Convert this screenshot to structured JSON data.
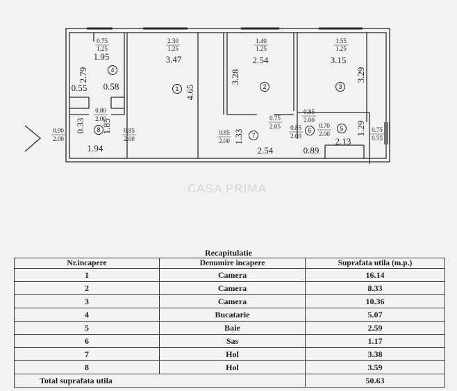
{
  "plan": {
    "rooms": [
      "1",
      "2",
      "3",
      "4",
      "5",
      "6",
      "7",
      "8"
    ],
    "windows": {
      "r4": [
        "0.75",
        "1.25"
      ],
      "r1": [
        "2.30",
        "1.25"
      ],
      "r2": [
        "1.40",
        "1.25"
      ],
      "r3": [
        "1.55",
        "1.25"
      ]
    },
    "doors": {
      "entry": [
        "0.90",
        "2.00"
      ],
      "r8": [
        "0.80",
        "2.00"
      ],
      "r1": [
        "0.85",
        "2.00"
      ],
      "r7a": [
        "0.85",
        "2.00"
      ],
      "r7b": [
        "0.75",
        "2.05"
      ],
      "r6a": [
        "0.85",
        "2.00"
      ],
      "r6b": [
        "0.85",
        "2.00"
      ],
      "r5": [
        "0.70",
        "2.00"
      ],
      "r5w": [
        "0.75",
        "0.55"
      ]
    },
    "dims": {
      "r4_w": "1.95",
      "r4_h": "2.79",
      "r4_a": "0.55",
      "r4_b": "0.58",
      "r8_a": "0.33",
      "r8_b": "1.85",
      "r8_w": "1.94",
      "r1_w": "3.47",
      "r1_h": "4.65",
      "r2_w": "2.54",
      "r2_h": "3.28",
      "r3_w": "3.15",
      "r3_h": "3.29",
      "r7_h": "1.33",
      "r7_w": "2.54",
      "r6_w": "0.89",
      "r5_w": "2.13",
      "r5_h": "1.29"
    }
  },
  "watermark": "CASA PRIMA",
  "recap": {
    "title": "Recapitulatie",
    "headers": [
      "Nr.incapere",
      "Denumire incapere",
      "Suprafata utila (m.p.)"
    ],
    "rows": [
      [
        "1",
        "Camera",
        "16.14"
      ],
      [
        "2",
        "Camera",
        "8.33"
      ],
      [
        "3",
        "Camera",
        "10.36"
      ],
      [
        "4",
        "Bucatarie",
        "5.07"
      ],
      [
        "5",
        "Baie",
        "2.59"
      ],
      [
        "6",
        "Sas",
        "1.17"
      ],
      [
        "7",
        "Hol",
        "3.38"
      ],
      [
        "8",
        "Hol",
        "3.59"
      ]
    ],
    "total_label": "Total suprafata utila",
    "total_value": "50.63"
  }
}
